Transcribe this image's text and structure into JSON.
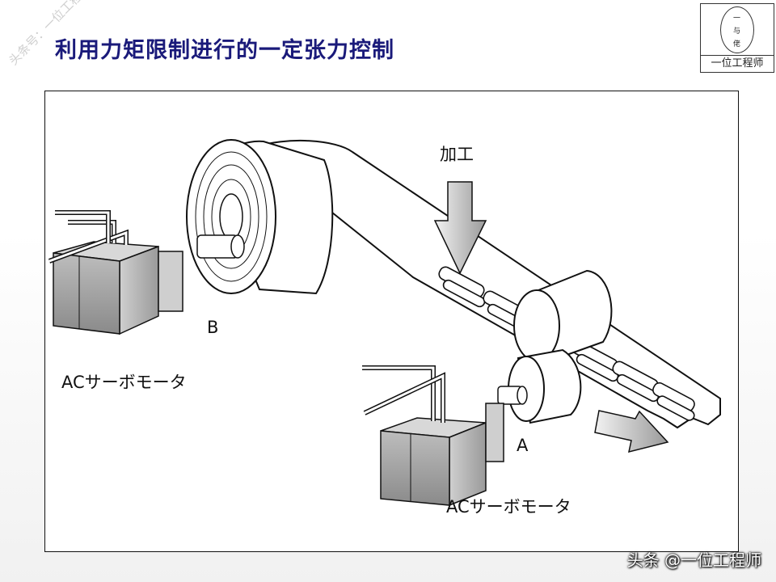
{
  "slide": {
    "title": "利用力矩限制进行的一定张力控制",
    "watermark": "头条号：一位工程师"
  },
  "logo": {
    "glyph_top": "一",
    "glyph_mid": "与",
    "glyph_bot": "佬",
    "caption": "一位工程师"
  },
  "diagram": {
    "process_label": "加工",
    "motor_b_tag": "B",
    "motor_a_tag": "A",
    "motor_b_name": "ACサーボモータ",
    "motor_a_name": "ACサーボモータ"
  },
  "footer": {
    "credit": "头条 @一位工程师"
  }
}
